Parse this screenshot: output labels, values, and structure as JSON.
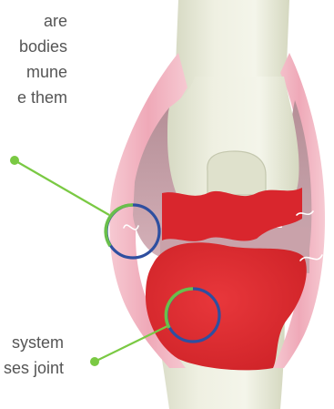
{
  "captions": {
    "top": [
      "are",
      "bodies",
      "mune",
      "e them"
    ],
    "bottom": [
      "system",
      "ses joint"
    ]
  },
  "icons": {
    "joint": "knee-joint-cross-section",
    "callout_upper": "magnifier-ring",
    "callout_lower": "magnifier-ring"
  },
  "colors": {
    "text": "#555555",
    "callout_line": "#7ac943",
    "ring_green": "#6abf4b",
    "ring_blue": "#2e4fa0",
    "inflamed_tissue": "#e0282e",
    "bone": "#e9ead8",
    "capsule": "#f2b8c4"
  }
}
